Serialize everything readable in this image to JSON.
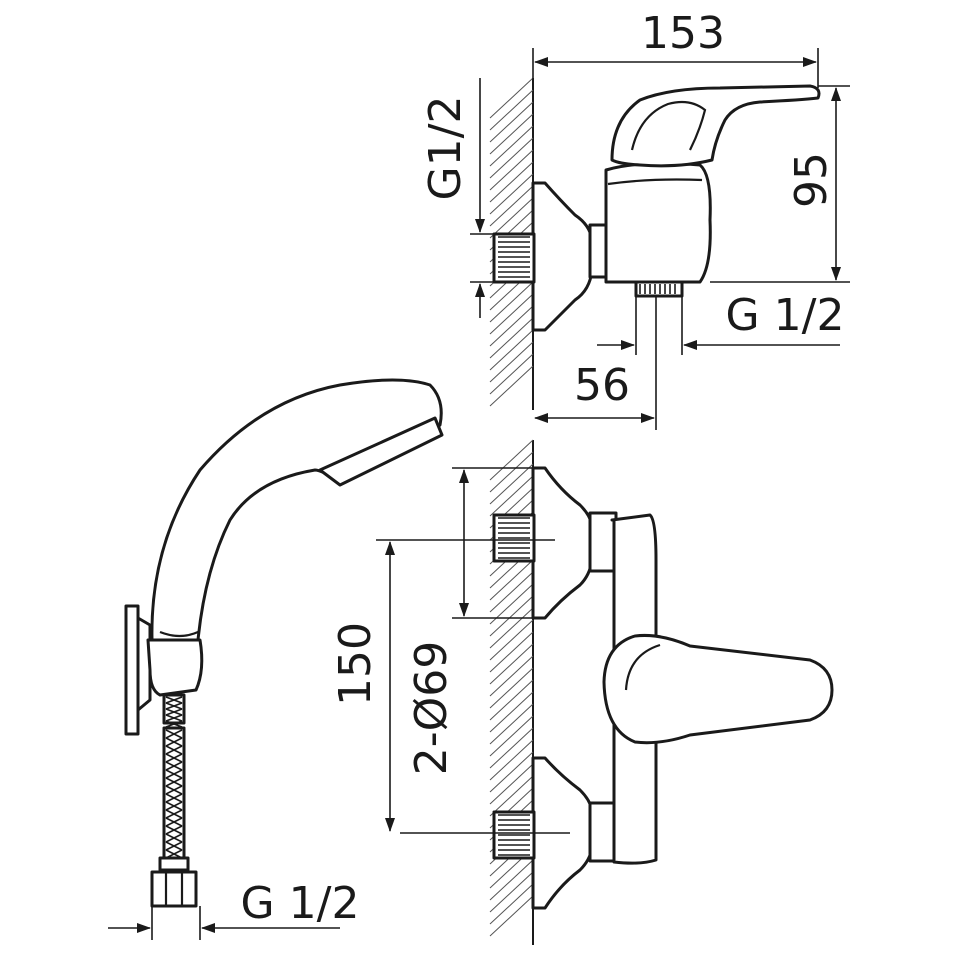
{
  "dimensions": {
    "top_width": "153",
    "top_height": "95",
    "top_outlet_thread": "G 1/2",
    "top_inlet_thread": "G1/2",
    "top_depth": "56",
    "front_spacing": "150",
    "front_rosettes": "2-Ø69",
    "hose_thread": "G 1/2"
  },
  "colors": {
    "line": "#1a1a1a",
    "hatch": "#555555",
    "background": "#ffffff"
  },
  "icons": {
    "arrowheads": "arrow-icon"
  }
}
